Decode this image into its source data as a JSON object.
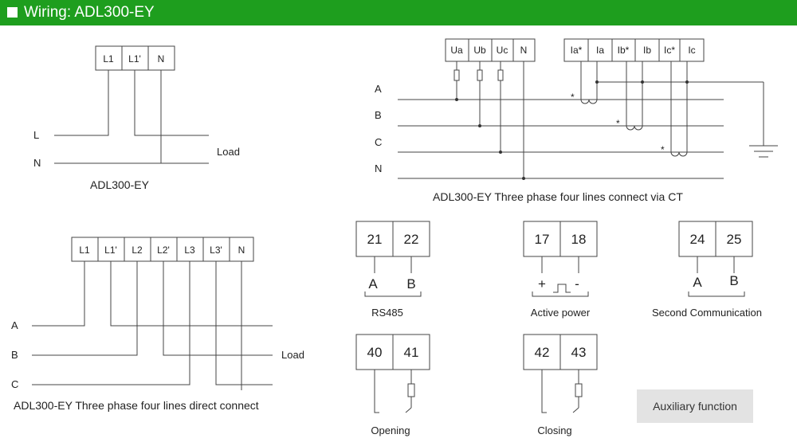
{
  "header": {
    "title": "Wiring: ADL300-EY",
    "bg_color": "#1e9e1e"
  },
  "single_phase": {
    "terminals": [
      "L1",
      "L1'",
      "N"
    ],
    "line_labels": [
      "L",
      "N"
    ],
    "load_label": "Load",
    "caption": "ADL300-EY"
  },
  "ct_connect": {
    "voltage_terminals": [
      "Ua",
      "Ub",
      "Uc",
      "N"
    ],
    "current_terminals": [
      "Ia*",
      "Ia",
      "Ib*",
      "Ib",
      "Ic*",
      "Ic"
    ],
    "line_labels": [
      "A",
      "B",
      "C",
      "N"
    ],
    "star_mark": "*",
    "caption": "ADL300-EY Three phase four lines connect via CT"
  },
  "direct_connect": {
    "terminals": [
      "L1",
      "L1'",
      "L2",
      "L2'",
      "L3",
      "L3'",
      "N"
    ],
    "line_labels": [
      "A",
      "B",
      "C"
    ],
    "load_label": "Load",
    "caption": "ADL300-EY Three phase four lines direct connect"
  },
  "rs485": {
    "terminals": [
      "21",
      "22"
    ],
    "pins": [
      "A",
      "B"
    ],
    "caption": "RS485"
  },
  "active_power": {
    "terminals": [
      "17",
      "18"
    ],
    "pins": [
      "+",
      "-"
    ],
    "caption": "Active power"
  },
  "second_comm": {
    "terminals": [
      "24",
      "25"
    ],
    "pins": [
      "A",
      "B"
    ],
    "caption": "Second Communication"
  },
  "opening": {
    "terminals": [
      "40",
      "41"
    ],
    "caption": "Opening"
  },
  "closing": {
    "terminals": [
      "42",
      "43"
    ],
    "caption": "Closing"
  },
  "auxiliary": {
    "label": "Auxiliary function"
  }
}
